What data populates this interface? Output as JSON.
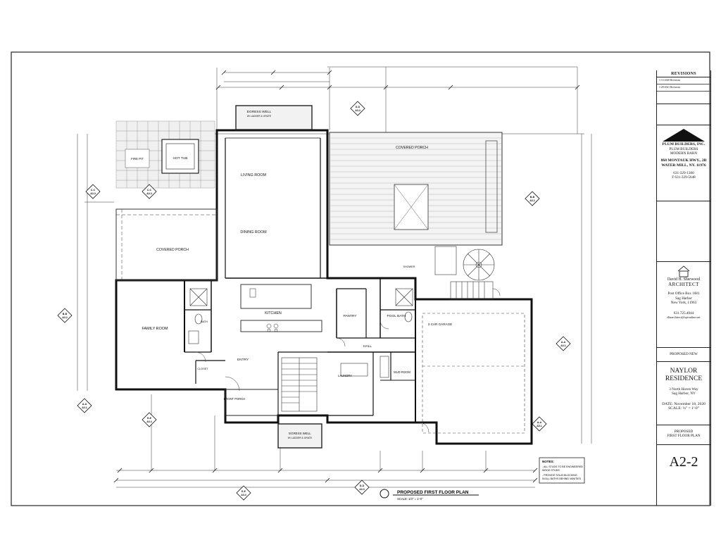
{
  "drawing": {
    "title": "PROPOSED FIRST FLOOR PLAN",
    "scale": "SCALE: 1/4\" = 1'-0\"",
    "rooms": {
      "egress_well_top": "EGRESS WELL",
      "egress_well_top_sub": "W/ LADDER & GRATE",
      "hot_tub": "HOT TUB",
      "fire_pit": "FIRE PIT",
      "living_room": "LIVING ROOM",
      "dining_room": "DINING ROOM",
      "covered_porch_rear": "COVERED PORCH",
      "covered_porch_left": "COVERED PORCH",
      "family_room": "FAMILY ROOM",
      "kitchen": "KITCHEN",
      "pantry": "PANTRY",
      "pool_bath": "POOL BATH",
      "garage": "3 CAR GARAGE",
      "hall": "HALL",
      "entry": "ENTRY",
      "front_porch": "FRONT PORCH",
      "mud_room": "MUD ROOM",
      "laundry": "LAUNDRY",
      "egress_well_bottom": "EGRESS WELL",
      "egress_well_bottom_sub": "W/ LADDER & GRATE",
      "bath": "BATH",
      "closet": "CLOSET",
      "pool_shower": "SHOWER"
    },
    "notes_title": "NOTES:",
    "notes": [
      "- ALL STUDS TO BE ENGINEERED",
      "  WOOD STUDS",
      "- PROVIDE SOLID BLOCKING",
      "  IN ALL BATHS BEHIND VANITIES"
    ],
    "tags": {
      "a_top": "D-D",
      "a_top_s": "A3.3",
      "a_left1": "C-C",
      "a_left1_s": "A3.3",
      "a_left2": "C-C",
      "a_left2_s": "A3.3",
      "a_bl": "E-E",
      "a_bl_s": "A3.4",
      "a_bottom": "D-D",
      "a_bottom_s": "A3.3",
      "a_bl2": "E-E",
      "a_bl2_s": "A3.4",
      "a_right": "B-B",
      "a_right_s": "A3.2",
      "bb": "B-B",
      "bb_s": "A3.2",
      "aa_l": "A-A",
      "aa_l_s": "A3.1",
      "aa_r": "A-A",
      "aa_r_s": "A3.1",
      "aa_r2": "A-A",
      "aa_r2_s": "A3.1"
    }
  },
  "title_block": {
    "revisions_title": "REVISIONS",
    "revisions": [
      "1-13-2020 Revisions",
      "1-28-2021 Revisions"
    ],
    "builder_name": "PLUM BUILDERS, INC.",
    "builder_sub1": "PLUM BUILDERS",
    "builder_sub2": "MODERN BARN",
    "builder_addr1": "868 MONTAUK HWY., 2B",
    "builder_addr2": "WATER MILL, NY. 11976",
    "builder_phone": "631-329-1300",
    "builder_fax": "F 631-329-5648",
    "architect_name": "David H. Sherwood",
    "architect_title": "ARCHITECT",
    "arch_addr1": "Post Office Box 1681",
    "arch_addr2": "Sag Harbor",
    "arch_addr3": "New York, 11963",
    "arch_phone": "631.725.4044",
    "arch_email": "dhsarchitect@optonline.net",
    "proposed_new": "PROPOSED NEW",
    "project1": "NAYLOR",
    "project2": "RESIDENCE",
    "site1": "3 North Haven Way",
    "site2": "Sag Harbor, NY",
    "date": "DATE: November 18, 2020",
    "scale": "SCALE: ¼\" = 1'-0\"",
    "sheet_title1": "PROPOSED",
    "sheet_title2": "FIRST FLOOR PLAN",
    "sheet_number": "A2-2"
  }
}
